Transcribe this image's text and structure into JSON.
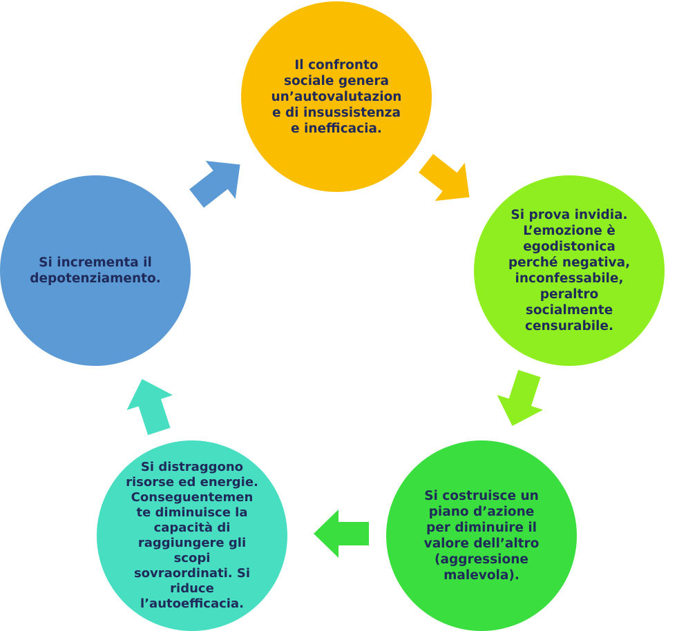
{
  "diagram": {
    "type": "cycle",
    "nodes": [
      {
        "id": "n1",
        "text": "Il confronto\nsociale genera\nun’autovalutazion\ne di insussistenza\ne inefficacia.",
        "color": "#fbbd00"
      },
      {
        "id": "n2",
        "text": "Si prova invidia.\nL’emozione è\negodistonica\nperché negativa,\ninconfessabile,\nperaltro\nsocialmente\ncensurabile.",
        "color": "#8fee1f"
      },
      {
        "id": "n3",
        "text": "Si costruisce un\npiano d’azione\nper diminuire il\nvalore dell’altro\n(aggressione\nmalevola).",
        "color": "#3ade3e"
      },
      {
        "id": "n4",
        "text": "Si distraggono\nrisorse ed energie.\nConseguentemen\nte diminuisce la\ncapacità di\nraggiungere gli\nscopi\nsovraordinati. Si\nriduce\nl’autoefficacia.",
        "color": "#48dec2"
      },
      {
        "id": "n5",
        "text": "Si incrementa il\ndepotenziamento.",
        "color": "#5b9ad5"
      }
    ],
    "arrows": [
      {
        "from": "n1",
        "to": "n2",
        "color": "#fbbd00"
      },
      {
        "from": "n2",
        "to": "n3",
        "color": "#8fee1f"
      },
      {
        "from": "n3",
        "to": "n4",
        "color": "#3ade3e"
      },
      {
        "from": "n4",
        "to": "n5",
        "color": "#48dec2"
      },
      {
        "from": "n5",
        "to": "n1",
        "color": "#5b9ad5"
      }
    ]
  }
}
